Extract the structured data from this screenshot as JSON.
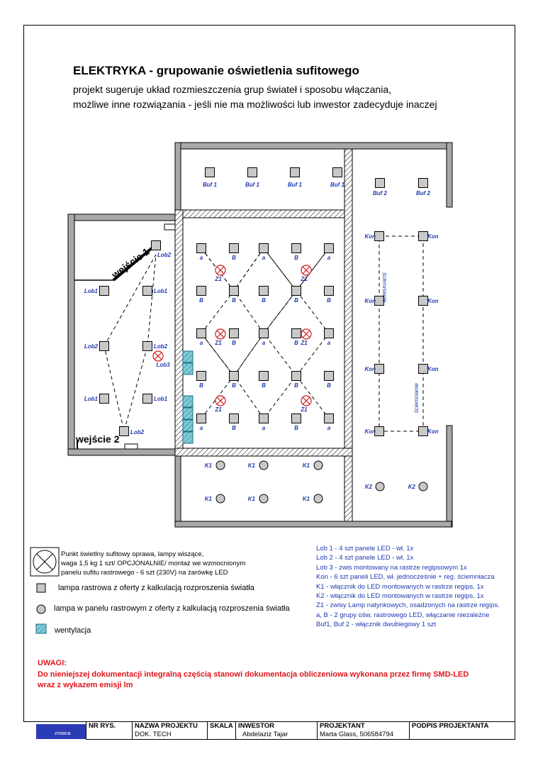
{
  "header": {
    "title": "ELEKTRYKA - grupowanie oświetlenia sufitowego",
    "line1": "projekt sugeruje układ rozmieszczenia grup świateł i sposobu włączania,",
    "line2": "możliwe inne rozwiązania - jeśli nie ma możliwości lub inwestor zadecyduje inaczej"
  },
  "plan": {
    "entrance1": "wejście 1",
    "entrance2": "wejście 2",
    "dimmer": "ściemnianie",
    "labels": {
      "buf1": "Buf 1",
      "buf2": "Buf 2",
      "kon": "Kon",
      "lob1": "Lob1",
      "lob2": "Lob2",
      "lob3": "Lob3",
      "a": "a",
      "b": "B",
      "z1": "Z1",
      "k1": "K1",
      "k2": "K2"
    }
  },
  "legend": {
    "circle_x_line1": "Punkt świetlny sufitowy oprawa, lampy wiszące,",
    "circle_x_line2": "waga 1,5 kg 1 szt/ OPCJONALNIE/ montaż we wzmocnionym",
    "circle_x_line3": "panelu sufitu rastrowego - 6 szt (230V) na żarówkę LED",
    "square": "lampa rastrowa z oferty z kalkulacją rozproszenia światła",
    "circle": "lampa w panelu rastrowym z oferty z kalkulacją rozproszenia światła",
    "vent": "wentylacja"
  },
  "groups": [
    "Lob 1 - 4 szt panele LED - wł. 1x",
    "Lob 2 - 4 szt panele LED - wł. 1x",
    "Lob 3 - zwis montowany na rastrze regipsowym 1x",
    "Kon - 6 szt paneli LED, wł. jednocześnie + reg. ściemniacza",
    "K1 - włącznik do LED montowanych w rastrze regips. 1x",
    "K2 - włącznik do LED montowanych w rastrze regips. 1x",
    "Z1 - zwisy Lamp natynkowych, osadzonych na rastrze regips.",
    "a, B - 2 grupy ośw. rastrowego LED, włączanie niezależne",
    "Buf1, Buf 2 - włącznik dwubiegowy 1 szt"
  ],
  "warning": {
    "title": "UWAGI:",
    "line1": "Do nieniejszej dokumentacji integralną częścią stanowi dokumentacja obliczeniowa wykonana przez firmę SMD-LED",
    "line2": "wraz z wykazem emisji lm"
  },
  "title_block": {
    "logo_text": "zmiana",
    "nr_rys": "NR RYS.",
    "nazwa_projektu": "NAZWA PROJEKTU",
    "nazwa_value": "DOK. TECH",
    "skala": "SKALA",
    "inwestor": "INWESTOR",
    "inwestor_value": "Abdelaziz Tajar",
    "projektant": "PROJEKTANT",
    "projektant_value": "Marta Glass, 506584794",
    "podpis": "PODPIS PROJEKTANTA"
  },
  "colors": {
    "wall": "#a8a8a8",
    "lamp_fill": "#c8c8c8",
    "label_blue": "#1f39b0",
    "pendant_red": "#d01818",
    "vent_fill": "#7ecbd6",
    "warning_red": "#e1141a"
  }
}
